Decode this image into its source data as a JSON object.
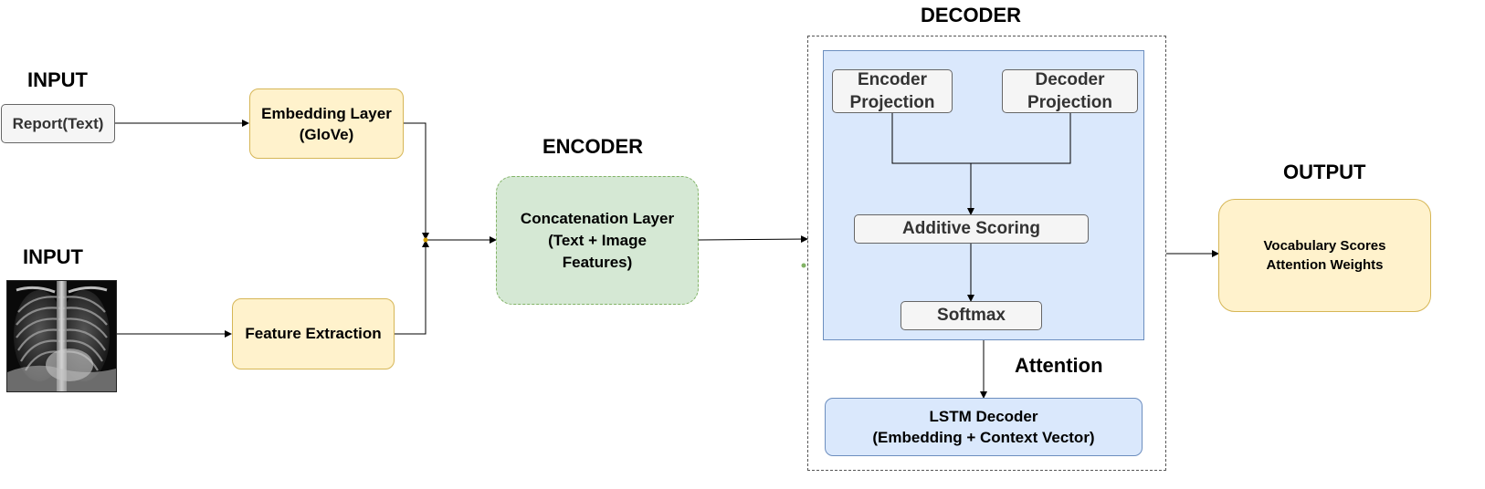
{
  "labels": {
    "input_text": "INPUT",
    "input_image": "INPUT",
    "encoder": "ENCODER",
    "decoder": "DECODER",
    "output": "OUTPUT",
    "attention": "Attention"
  },
  "nodes": {
    "report": "Report(Text)",
    "embedding": "Embedding Layer\n(GloVe)",
    "feature_extraction": "Feature Extraction",
    "concatenation": "Concatenation Layer\n(Text + Image\nFeatures)",
    "encoder_projection": "Encoder\nProjection",
    "decoder_projection": "Decoder\nProjection",
    "additive_scoring": "Additive Scoring",
    "softmax": "Softmax",
    "lstm_decoder": "LSTM Decoder\n(Embedding + Context Vector)",
    "output_box": "Vocabulary Scores\nAttention Weights"
  },
  "colors": {
    "yellow_fill": "#fff2cc",
    "yellow_stroke": "#d6b656",
    "green_fill": "#d5e8d4",
    "green_stroke": "#82b366",
    "blue_fill": "#dae8fc",
    "blue_stroke": "#6c8ebf",
    "gray_fill": "#f5f5f5"
  },
  "image": "chest-xray-image"
}
